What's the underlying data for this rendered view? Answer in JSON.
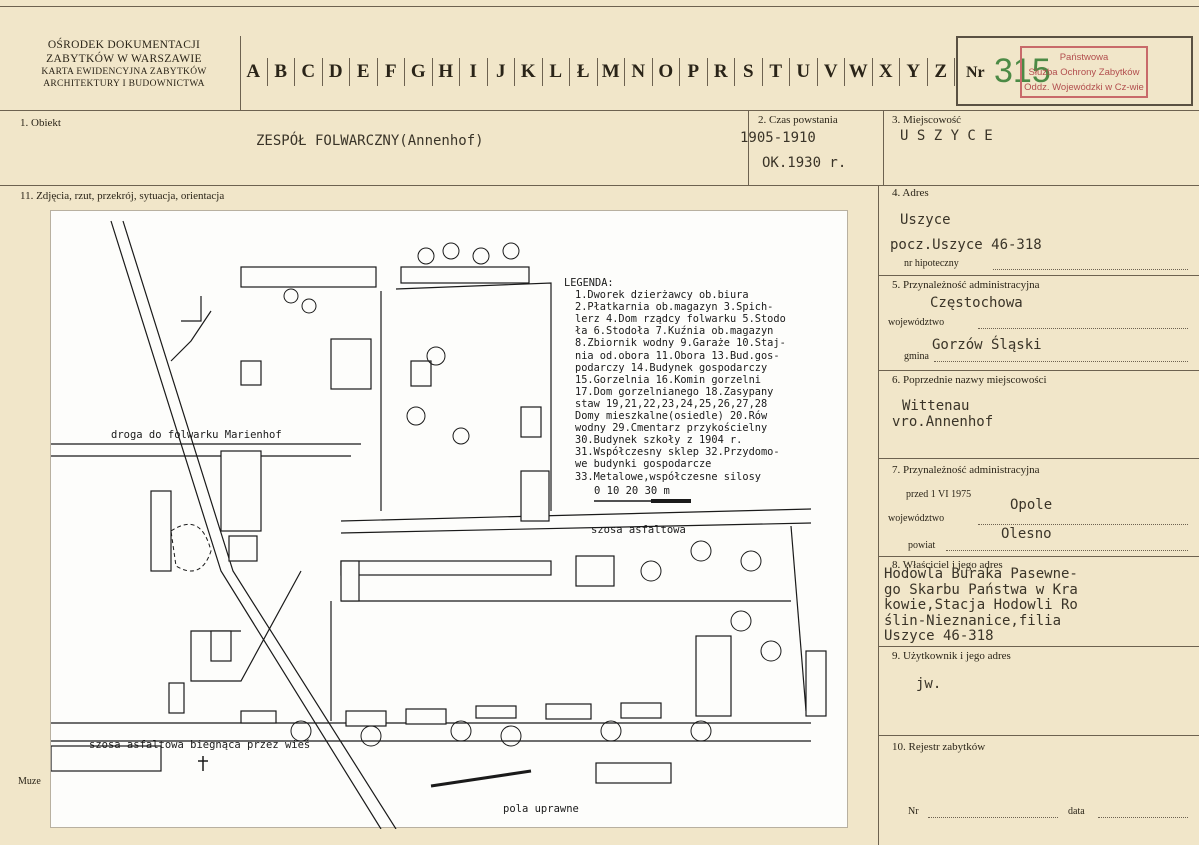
{
  "header": {
    "institution_line1": "OŚRODEK DOKUMENTACJI",
    "institution_line2": "ZABYTKÓW W WARSZAWIE",
    "card_type_line1": "KARTA EWIDENCYJNA ZABYTKÓW",
    "card_type_line2": "ARCHITEKTURY I BUDOWNICTWA",
    "letters": [
      "A",
      "B",
      "C",
      "D",
      "E",
      "F",
      "G",
      "H",
      "I",
      "J",
      "K",
      "L",
      "Ł",
      "M",
      "N",
      "O",
      "P",
      "R",
      "S",
      "T",
      "U",
      "V",
      "W",
      "X",
      "Y",
      "Z"
    ],
    "nr_label": "Nr",
    "nr_value": "315",
    "stamp_line1": "Państwowa",
    "stamp_line2": "Służba Ochrony Zabytków",
    "stamp_line3": "Oddz. Wojewódzki w Cz-wie"
  },
  "fields": {
    "obiekt_label": "1. Obiekt",
    "obiekt_value": "ZESPÓŁ FOLWARCZNY(Annenhof)",
    "czas_label": "2. Czas powstania",
    "czas_value1": "1905-1910",
    "czas_value2": "OK.1930 r.",
    "miejscowosc_label": "3. Miejscowość",
    "miejscowosc_value": "U S Z Y C E",
    "zdjecia_label": "11. Zdjęcia, rzut, przekrój, sytuacja, orientacja",
    "adres_label": "4. Adres",
    "adres_value1": "Uszyce",
    "adres_value2": "pocz.Uszyce 46-318",
    "hipoteczny_label": "nr hipoteczny",
    "przynal_label": "5. Przynależność administracyjna",
    "woj_value": "Częstochowa",
    "woj_label": "województwo",
    "gmina_label": "gmina",
    "gmina_value": "Gorzów Śląski",
    "poprzednie_label": "6. Poprzednie nazwy miejscowości",
    "poprzednie_value1": "Wittenau",
    "poprzednie_value2": "vro.Annenhof",
    "przynal7_label": "7. Przynależność administracyjna",
    "przed_label": "przed 1 VI 1975",
    "woj7_value": "Opole",
    "woj7_label": "województwo",
    "powiat_label": "powiat",
    "powiat_value": "Olesno",
    "wlasciciel_label": "8. Właściciel i jego adres",
    "wlasciciel_value": [
      "Hodowla Buraka Pasewne-",
      "go Skarbu Państwa w Kra",
      "kowie,Stacja Hodowli Ro",
      "ślin-Nieznanice,filia",
      "Uszyce 46-318"
    ],
    "uzytkownik_label": "9. Użytkownik i jego adres",
    "uzytkownik_value": "jw.",
    "rejestr_label": "10. Rejestr zabytków",
    "nr_label": "Nr",
    "data_label": "data",
    "muze_label": "Muze"
  },
  "map": {
    "legend_title": "LEGENDA:",
    "legend_lines": [
      "1.Dworek dzierżawcy ob.biura",
      "2.Płatkarnia ob.magazyn 3.Spich-",
      "lerz 4.Dom rządcy folwarku 5.Stodo",
      "ła 6.Stodoła 7.Kuźnia ob.magazyn",
      "8.Zbiornik wodny 9.Garaże 10.Staj-",
      "nia od.obora 11.Obora 13.Bud.gos-",
      "podarczy 14.Budynek gospodarczy",
      "15.Gorzelnia 16.Komin gorzelni",
      "17.Dom gorzelnianego 18.Zasypany",
      "staw 19,21,22,23,24,25,26,27,28",
      "Domy mieszkalne(osiedle) 20.Rów",
      "wodny 29.Cmentarz przykościelny",
      "30.Budynek szkoły z 1904 r.",
      "31.Współczesny sklep 32.Przydomo-",
      "we budynki gospodarcze",
      "33.Metalowe,współczesne silosy"
    ],
    "scale_label": "0  10  20  30 m",
    "road_marienhof": "droga do folwarku Marienhof",
    "road_asphalt": "szosa asfaltowa",
    "road_village": "szosa asfaltowa biegnąca przez wieś",
    "fields_label": "pola uprawne"
  }
}
